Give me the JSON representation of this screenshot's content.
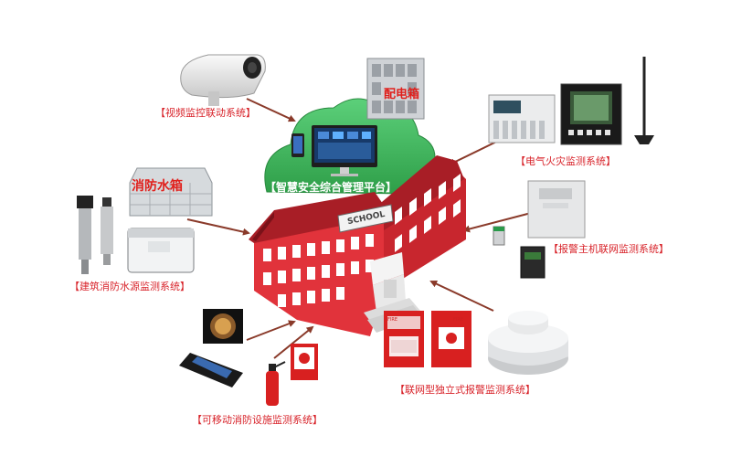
{
  "cloud": {
    "title": "【智慧安全综合管理平台】"
  },
  "building": {
    "sign": "SCHOOL"
  },
  "systems": {
    "video": "【视频监控联动系统】",
    "electric": "【电气火灾监测系统】",
    "alarm_host": "【报警主机联网监测系统】",
    "water": "【建筑消防水源监测系统】",
    "mobile": "【可移动消防设施监测系统】",
    "standalone": "【联网型独立式报警监测系统】"
  },
  "devices": {
    "cabinet": "配电箱",
    "water_tank": "消防水箱",
    "fire_text": "FIRE"
  },
  "colors": {
    "label_red": "#d8232a",
    "cloud_green": "#3db85a",
    "building_red": "#e1333b",
    "roof_red": "#a81e26",
    "arrow_brown": "#8a3a2a"
  }
}
